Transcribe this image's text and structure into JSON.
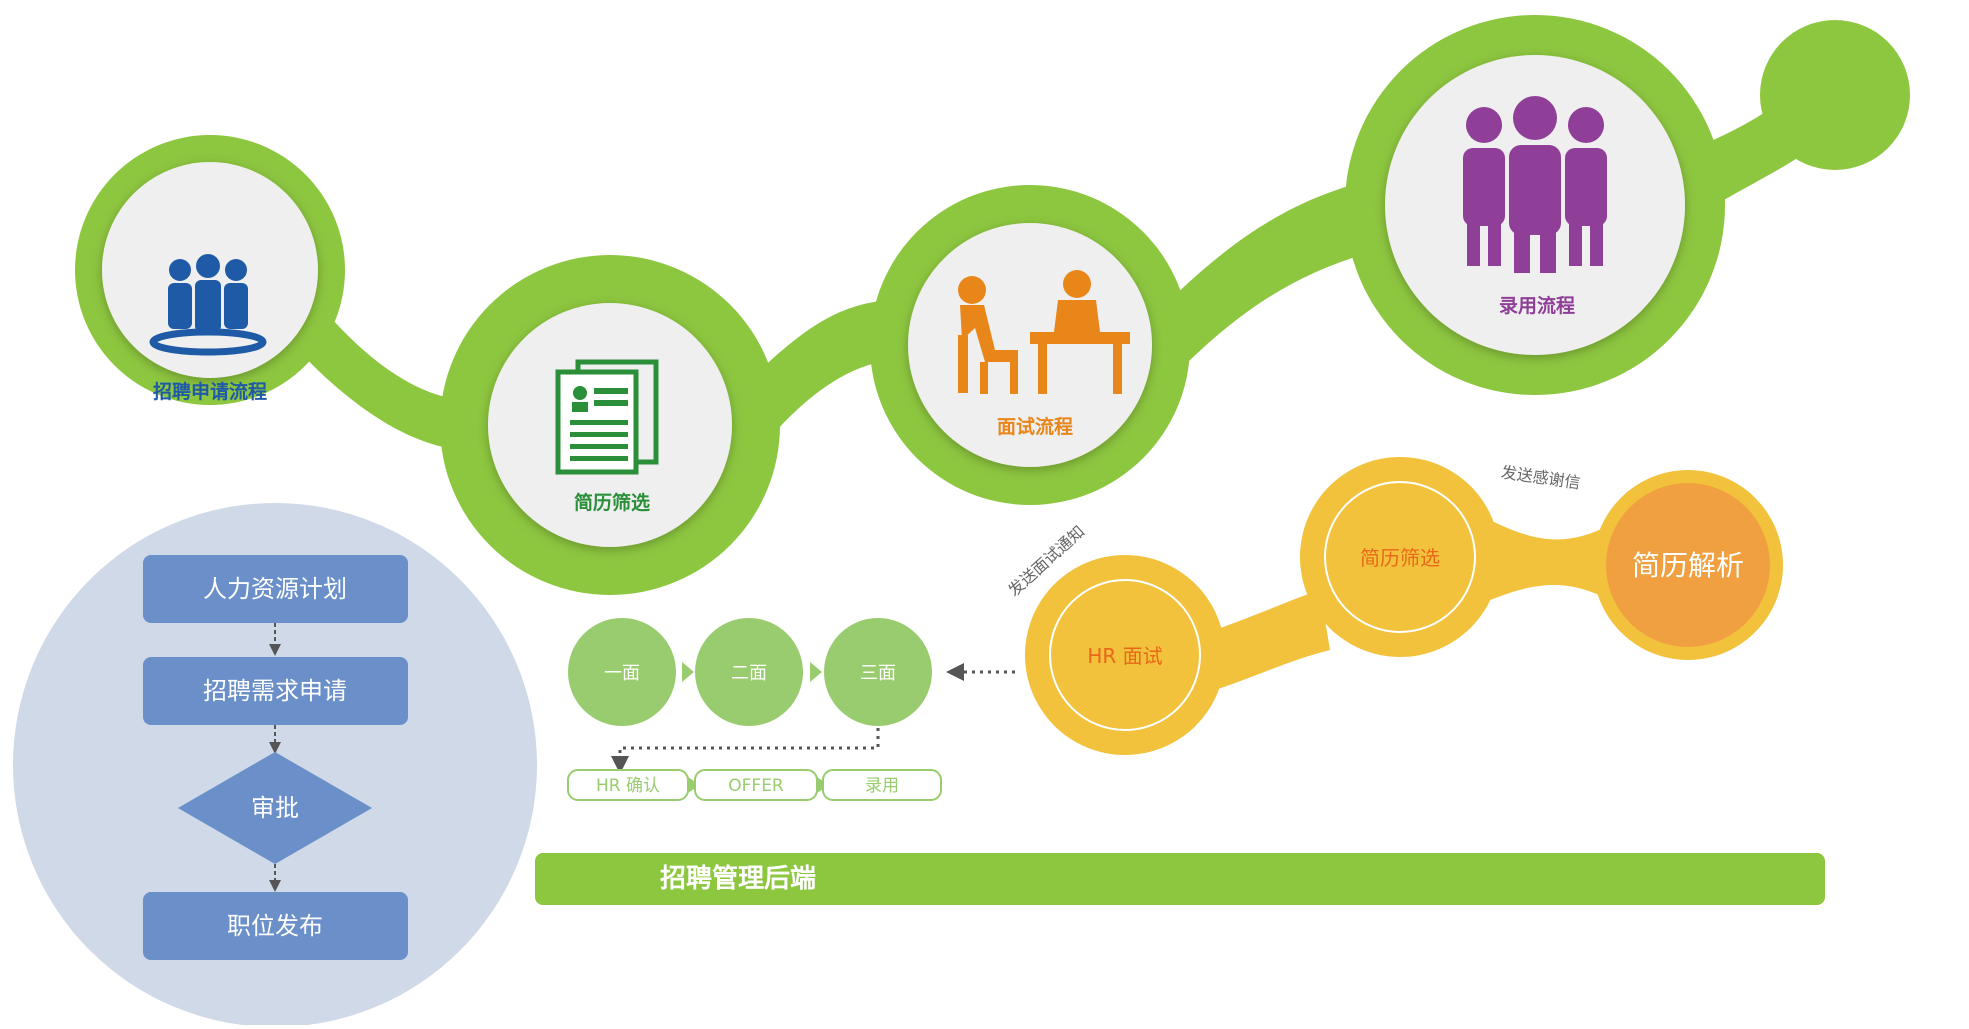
{
  "main_flow": {
    "steps": [
      {
        "label": "招聘申请流程",
        "color": "#1f5aa6"
      },
      {
        "label": "简历筛选",
        "color": "#2b8f3a"
      },
      {
        "label": "面试流程",
        "color": "#e8861a"
      },
      {
        "label": "录用流程",
        "color": "#8f3f97"
      }
    ],
    "track_color": "#8dc63f"
  },
  "approval_flow": {
    "steps": [
      "人力资源计划",
      "招聘需求申请",
      "审批",
      "职位发布"
    ],
    "box_color": "#6a8fc9",
    "bg_color": "#cfd9e8"
  },
  "resume_flow": {
    "nodes": [
      "简历解析",
      "简历筛选",
      "HR 面试"
    ],
    "edge_labels": [
      "发送感谢信",
      "发送面试通知"
    ],
    "colors": {
      "outer": "#f2c23c",
      "inner": "#f0a040",
      "text": "#e8681a"
    }
  },
  "interview_flow": {
    "rounds": [
      "一面",
      "二面",
      "三面"
    ],
    "steps": [
      "HR 确认",
      "OFFER",
      "录用"
    ],
    "color": "#98cc6e"
  },
  "backend": {
    "label": "招聘管理后端"
  }
}
